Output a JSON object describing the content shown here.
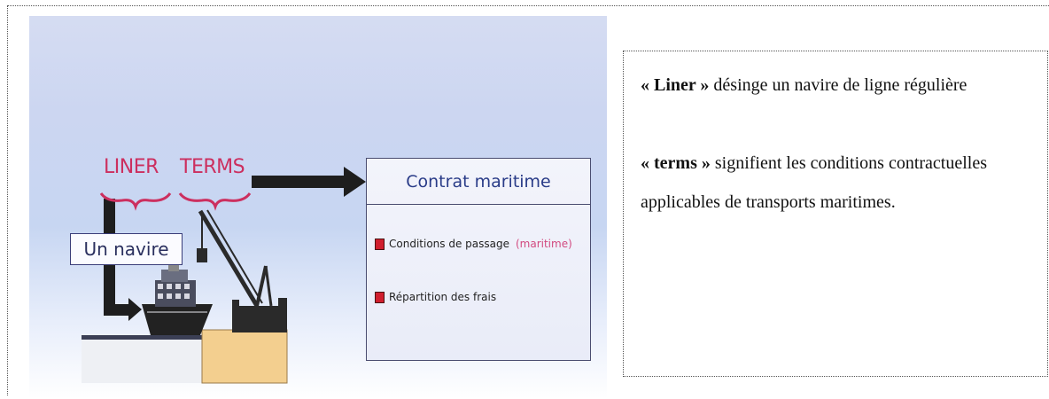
{
  "diagram": {
    "liner_label": "LINER",
    "terms_label": "TERMS",
    "un_navire_label": "Un navire",
    "contract": {
      "title": "Contrat maritime",
      "items": [
        {
          "text": "Conditions de passage",
          "note": "(maritime)"
        },
        {
          "text": "Répartition des frais",
          "note": ""
        }
      ]
    }
  },
  "textbox": {
    "liner_term": "« Liner »",
    "liner_def": " désinge un navire de ligne régulière",
    "terms_term": "« terms »",
    "terms_def": " signifient les conditions contractuelles applicables de transports maritimes."
  },
  "colors": {
    "accent_pink": "#cc2f5f",
    "arrow": "#1e1e1e",
    "contract_title": "#2a3c88",
    "square_red": "#d01e2e"
  }
}
